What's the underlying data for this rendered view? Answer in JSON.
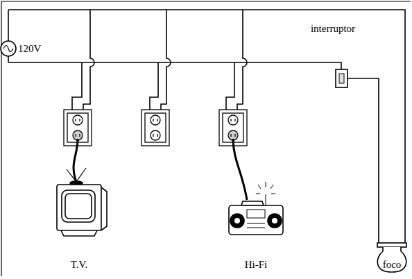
{
  "diagram": {
    "labels": [
      "120V",
      "interruptor",
      "T.V.",
      "Hi-Fi",
      "foco"
    ]
  }
}
